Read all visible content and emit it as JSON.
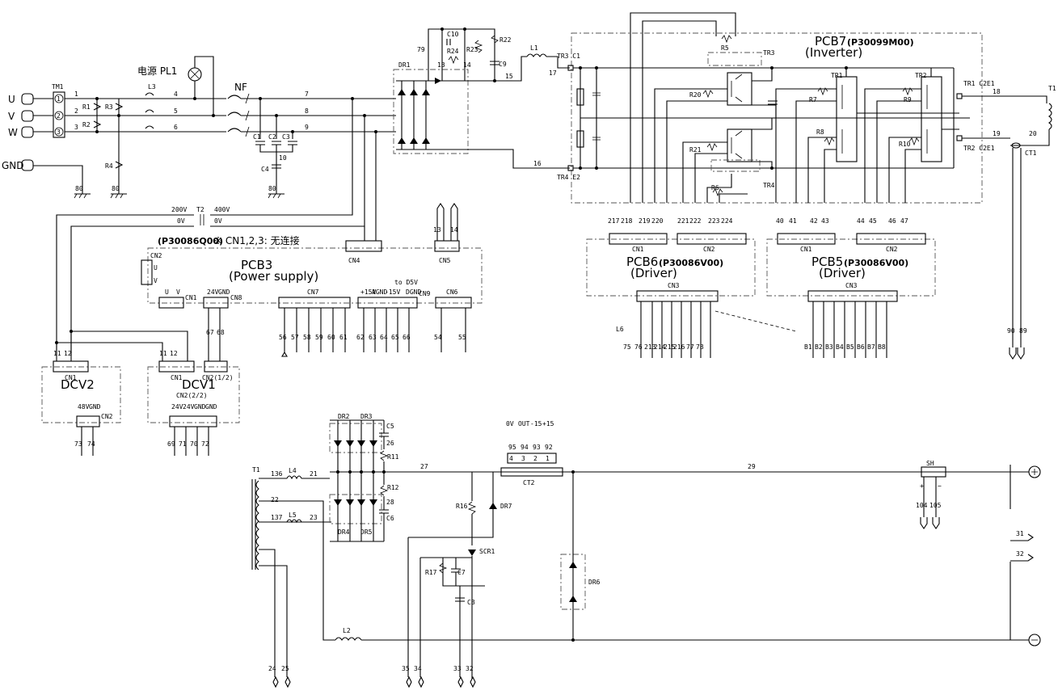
{
  "terminals": {
    "u": "U",
    "v": "V",
    "w": "W",
    "gnd": "GND",
    "tm1": "TM1",
    "t1_1": "1",
    "t1_2": "2",
    "t1_3": "3"
  },
  "power_lamp": "电源 PL1",
  "nf": "NF",
  "resistors": {
    "r1": "R1",
    "r2": "R2",
    "r3": "R3",
    "r4": "R4",
    "l3": "L3",
    "c1": "C1",
    "c2": "C2",
    "c3": "C3",
    "c4": "C4"
  },
  "wires": {
    "w1": "1",
    "w2": "2",
    "w3": "3",
    "w4": "4",
    "w5": "5",
    "w6": "6",
    "w7": "7",
    "w8": "8",
    "w9": "9",
    "w10": "10",
    "w80a": "80",
    "w80b": "80",
    "w80c": "80",
    "w79": "79",
    "w15": "15",
    "w16": "16",
    "w17": "17"
  },
  "dr1": {
    "label": "DR1",
    "n13": "13",
    "n14": "14"
  },
  "caps": {
    "c10": "C10",
    "r24": "R24",
    "r23": "R23",
    "r22": "R22",
    "c9": "C9",
    "l1": "L1"
  },
  "pcb7": {
    "title": "PCB7",
    "part": "(P30099M00)",
    "sub": "(Inverter)",
    "tr1": "TR1",
    "tr2": "TR2",
    "tr3": "TR3",
    "tr4": "TR4",
    "r5": "R5",
    "r6": "R6",
    "r7": "R7",
    "r8": "R8",
    "r9": "R9",
    "r10": "R10",
    "r20": "R20",
    "r21": "R21",
    "tr3c1": "TR3 C1",
    "tr4e2": "TR4 E2",
    "tr1out": "TR1 C2E1",
    "tr2out": "TR2 C2E1",
    "n18": "18",
    "n19": "19",
    "n20": "20",
    "t1": "T1",
    "ct1": "CT1"
  },
  "transformer_t2": {
    "label": "T2",
    "v200": "200V",
    "v400": "400V",
    "ov1": "0V",
    "ov2": "0V"
  },
  "pcb3": {
    "part": "(P30086Q00)",
    "note": "※ CN1,2,3: 无连接",
    "title": "PCB3",
    "sub": "(Power supply)",
    "cn1": "CN1",
    "cn2": "CN2",
    "cn4": "CN4",
    "cn5": "CN5",
    "cn6": "CN6",
    "cn7": "CN7",
    "cn8": "CN8",
    "cn9": "CN9",
    "u": "U",
    "v": "V",
    "v24": "24V",
    "gnd": "GND",
    "p15": "+15V",
    "agnd": "AGND",
    "m15": "-15V",
    "to5v": "to D5V",
    "dgnd": "DGND"
  },
  "pcb3_pins": {
    "cn7": [
      "56",
      "57",
      "58",
      "59",
      "60",
      "61"
    ],
    "cn9": [
      "62",
      "63",
      "64",
      "65",
      "66"
    ],
    "cn6": [
      "54",
      "55"
    ],
    "cn8": [
      "67",
      "68"
    ],
    "cn5": [
      "13",
      "14"
    ]
  },
  "pcb6": {
    "title": "PCB6",
    "part": "(P30086V00)",
    "sub": "(Driver)",
    "cn1": "CN1",
    "cn2": "CN2",
    "cn3": "CN3",
    "cn1_pins": [
      "217",
      "218",
      "219",
      "220"
    ],
    "cn2_pins": [
      "221",
      "222",
      "223",
      "224"
    ],
    "cn3_pins": [
      "L6",
      "75",
      "76",
      "213",
      "214",
      "215",
      "216",
      "77",
      "78"
    ]
  },
  "pcb5": {
    "title": "PCB5",
    "part": "(P30086V00)",
    "sub": "(Driver)",
    "cn1": "CN1",
    "cn2": "CN2",
    "cn3": "CN3",
    "cn1_pins": [
      "40",
      "41",
      "42",
      "43"
    ],
    "cn2_pins": [
      "44",
      "45",
      "46",
      "47"
    ],
    "cn3_pins": [
      "B1",
      "B2",
      "B3",
      "B4",
      "B5",
      "B6",
      "B7",
      "B8"
    ]
  },
  "dcv2": {
    "title": "DCV2",
    "cn1": "CN1",
    "cn2": "CN2",
    "w11": "11",
    "w12": "12",
    "v48": "48V",
    "gnd": "GND",
    "w73": "73",
    "w74": "74"
  },
  "dcv1": {
    "title": "DCV1",
    "cn1": "CN1",
    "cn2a": "CN2(1/2)",
    "cn2b": "CN2(2/2)",
    "w11": "11",
    "w12": "12",
    "v24a": "24V",
    "v24b": "24V",
    "gnda": "GND",
    "gndb": "GND",
    "w69": "69",
    "w71": "71",
    "w70": "70",
    "w72": "72"
  },
  "output": {
    "t1": "T1",
    "l4": "L4",
    "l5": "L5",
    "l2": "L2",
    "n136": "136",
    "n137": "137",
    "n21": "21",
    "n22": "22",
    "n23": "23",
    "n24": "24",
    "n25": "25",
    "n26": "26",
    "n27": "27",
    "n28": "28",
    "n29": "29",
    "dr2": "DR2",
    "dr3": "DR3",
    "dr4": "DR4",
    "dr5": "DR5",
    "dr6": "DR6",
    "dr7": "DR7",
    "c5": "C5",
    "c6": "C6",
    "c7": "C7",
    "c8": "C8",
    "r11": "R11",
    "r12": "R12",
    "r16": "R16",
    "r17": "R17",
    "scr1": "SCR1",
    "ct2": "CT2",
    "sh": "SH",
    "n104": "104",
    "n105": "105",
    "n31": "31",
    "n32": "32",
    "n33": "33",
    "n34": "34",
    "n35": "35",
    "ct2_pins": [
      "95",
      "94",
      "93",
      "92"
    ],
    "ct2_nums": [
      "4",
      "3",
      "2",
      "1"
    ],
    "ct2_sig": [
      "0V",
      "OUT",
      "-15",
      "+15"
    ],
    "plus": "+",
    "minus": "−",
    "n90": "90",
    "n89": "89"
  }
}
